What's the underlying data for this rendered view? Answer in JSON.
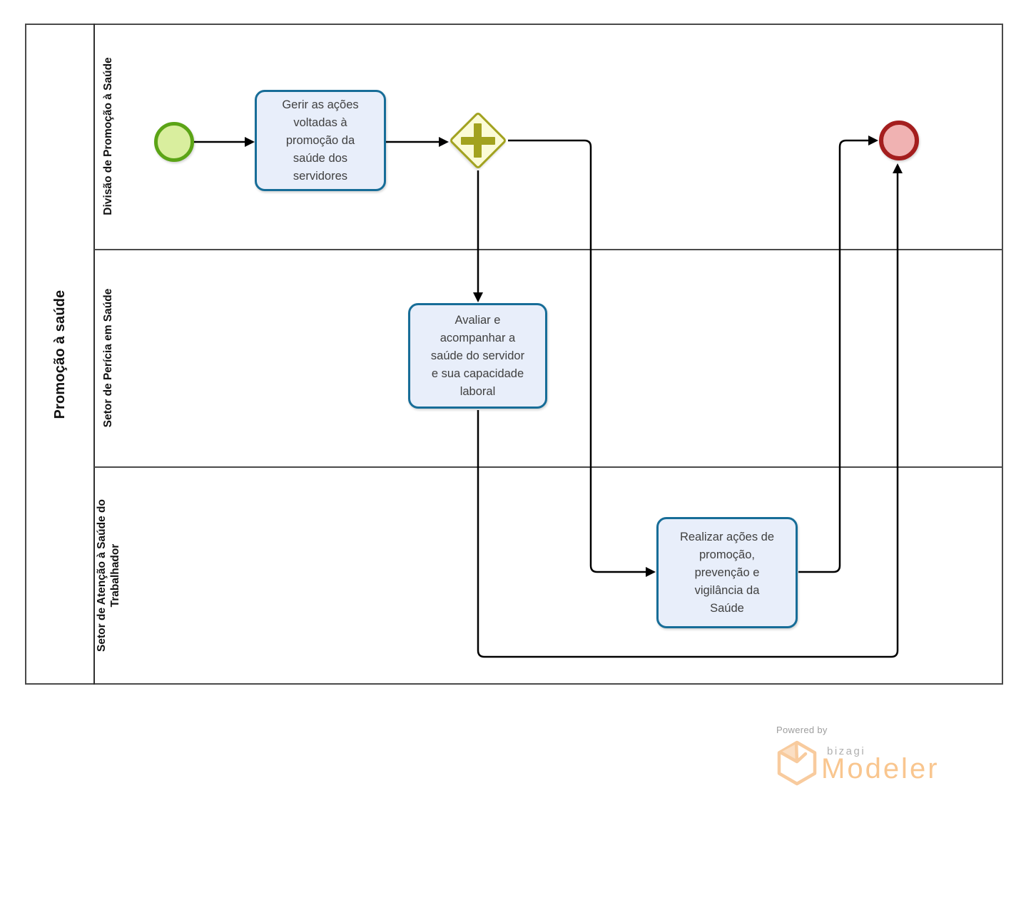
{
  "pool": {
    "title": "Promoção à saúde",
    "lanes": [
      {
        "label": "Divisão de Promoção à Saúde"
      },
      {
        "label": "Setor de Perícia em Saúde"
      },
      {
        "label": "Setor de Atenção à Saúde do\nTrabalhador"
      }
    ]
  },
  "nodes": {
    "start_event": {
      "kind": "start-event"
    },
    "task_gerir": {
      "label": "Gerir as ações\nvoltadas à\npromoção da\nsaúde dos\nservidores"
    },
    "gateway": {
      "kind": "parallel-gateway",
      "icon": "plus-icon"
    },
    "task_avaliar": {
      "label": "Avaliar e\nacompanhar a\nsaúde do servidor\ne sua capacidade\nlaboral"
    },
    "task_realizar": {
      "label": "Realizar ações de\npromoção,\nprevenção e\nvigilância da\nSaúde"
    },
    "end_event": {
      "kind": "end-event"
    }
  },
  "footer": {
    "powered_by": "Powered by",
    "brand": "bizagi",
    "product": "Modeler"
  },
  "colors": {
    "task-border": "#176d98",
    "task-fill": "#e8eefa",
    "gateway-border": "#a2a21f",
    "gateway-fill": "#fbfbd7",
    "start-border": "#5ba416",
    "start-fill": "#d9ee9e",
    "end-border": "#a41e1e",
    "end-fill": "#f0b2b2",
    "connector": "#000000",
    "lane-border": "#4a4a4a",
    "text": "#404040",
    "brand-orange": "#f9c68f",
    "brand-orange-light": "#f8cb9e",
    "muted-gray": "#9e9e9e"
  }
}
